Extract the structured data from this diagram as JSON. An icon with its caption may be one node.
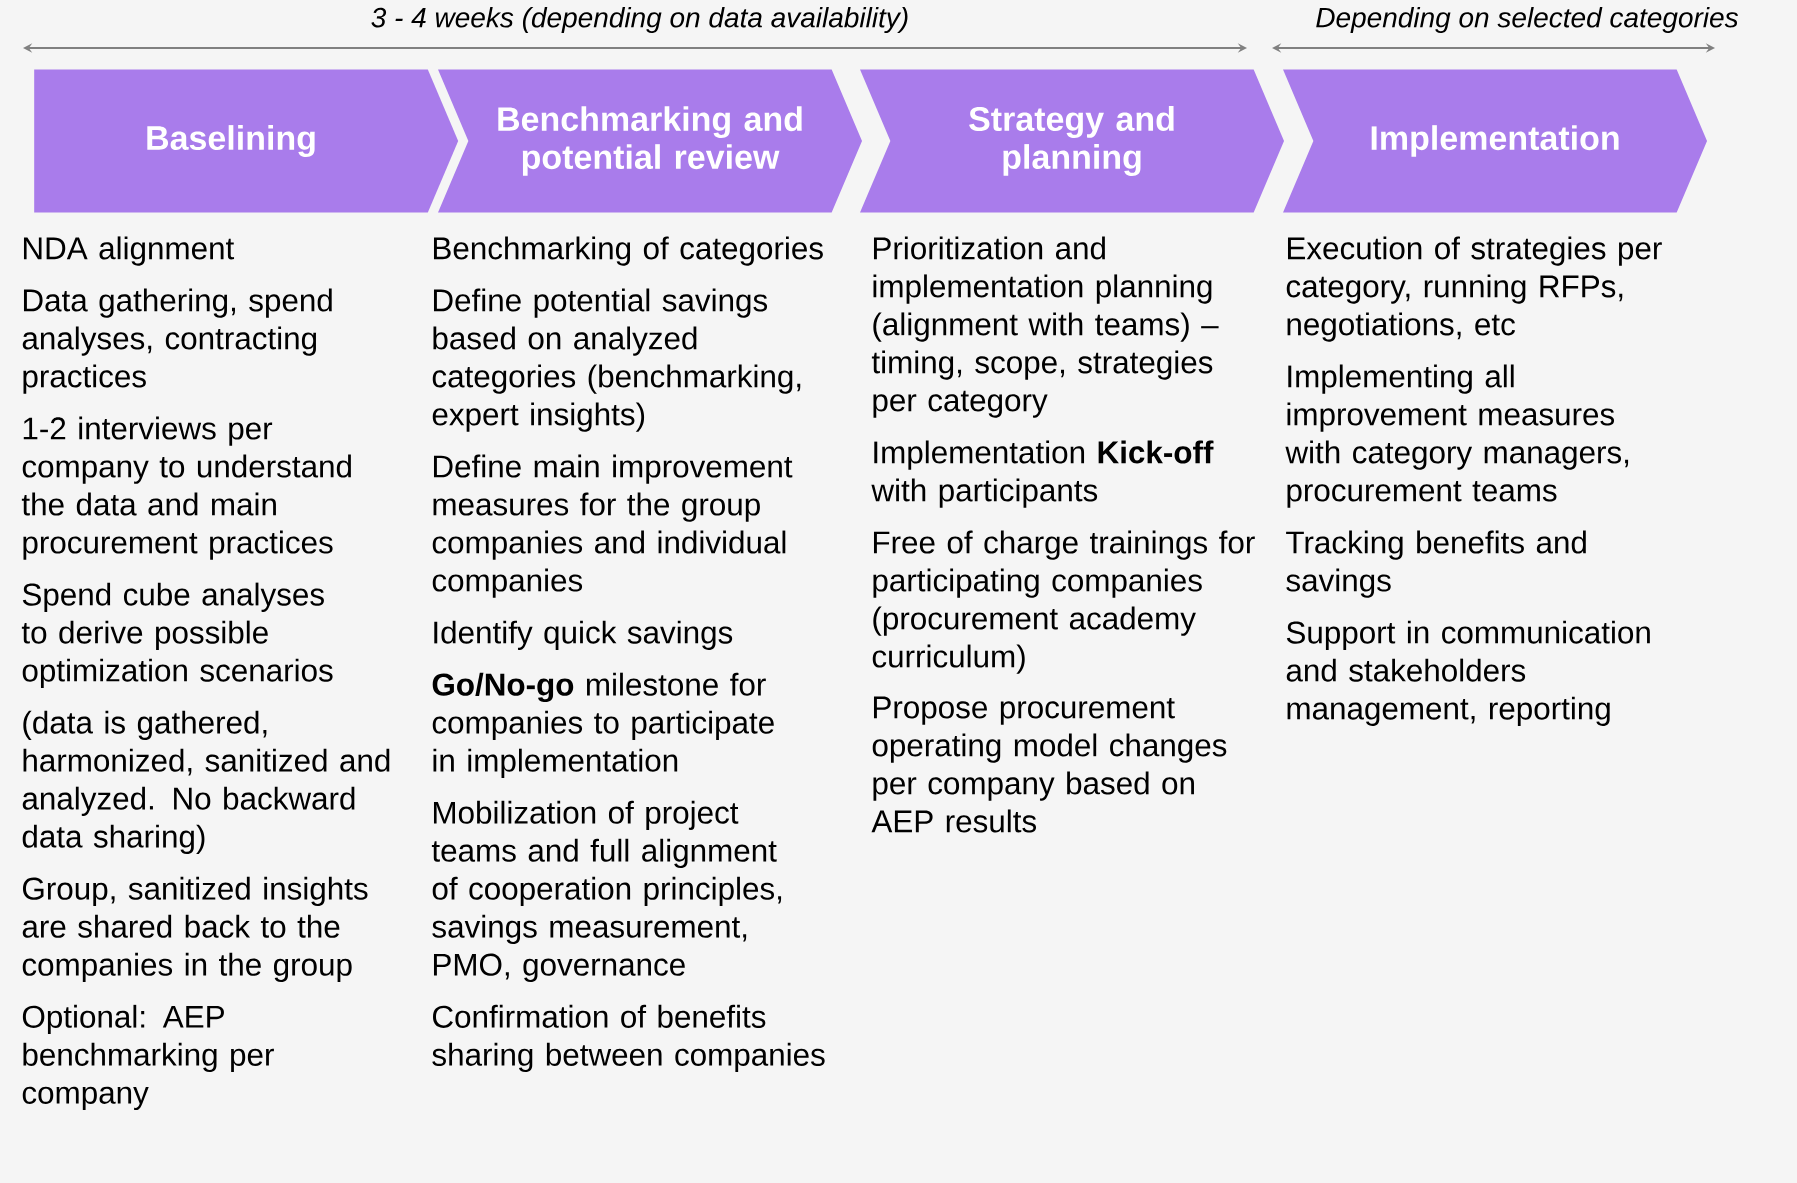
{
  "diagram": {
    "nodes": [
      {
        "text": [
          "Baselining"
        ],
        "beside": [
          "NDA alignment",
          "Data gathering, spend analyses, contracting practices",
          "1-2 interviews per company to understand the data and main procurement practices",
          "Spend cube analyses to derive possible optimization scenarios",
          "(data is gathered, harmonized, sanitized and analyzed. No backward data sharing)",
          "Group, sanitized insights are shared back to the companies in the group",
          "Optional: AEP benchmarking per company"
        ]
      },
      {
        "text": [
          "Benchmarking and potential review"
        ],
        "beside": [
          "Benchmarking of categories",
          "Define potential savings based on analyzed categories (benchmarking, expert insights)",
          "Define main improvement measures for the group companies and individual companies",
          "Identify quick savings",
          "**Go/No-go** milestone for companies to participate in implementation",
          "Mobilization of project teams and full alignment of cooperation principles, savings measurement, PMO, governance",
          "Confirmation of benefits sharing between companies"
        ]
      },
      {
        "text": [
          "Strategy and planning"
        ],
        "beside": [
          "Prioritization and implementation planning (alignment with teams) – timing, scope, strategies per category",
          "Implementation **Kick-off** with participants",
          "Free of charge trainings for participating companies (procurement academy curriculum)",
          "Propose procurement operating model changes per company based on AEP results"
        ]
      },
      {
        "text": [
          "Implementation"
        ],
        "beside": [
          "Execution of strategies per category, running RFPs, negotiations, etc",
          "Implementing all improvement measures with category managers, procurement teams",
          "Tracking benefits and savings",
          "Support in communication and stakeholders management, reporting"
        ]
      }
    ],
    "edges": [],
    "labels": [
      "3 - 4 weeks (depending on data availability)",
      "Depending on selected categories"
    ]
  }
}
